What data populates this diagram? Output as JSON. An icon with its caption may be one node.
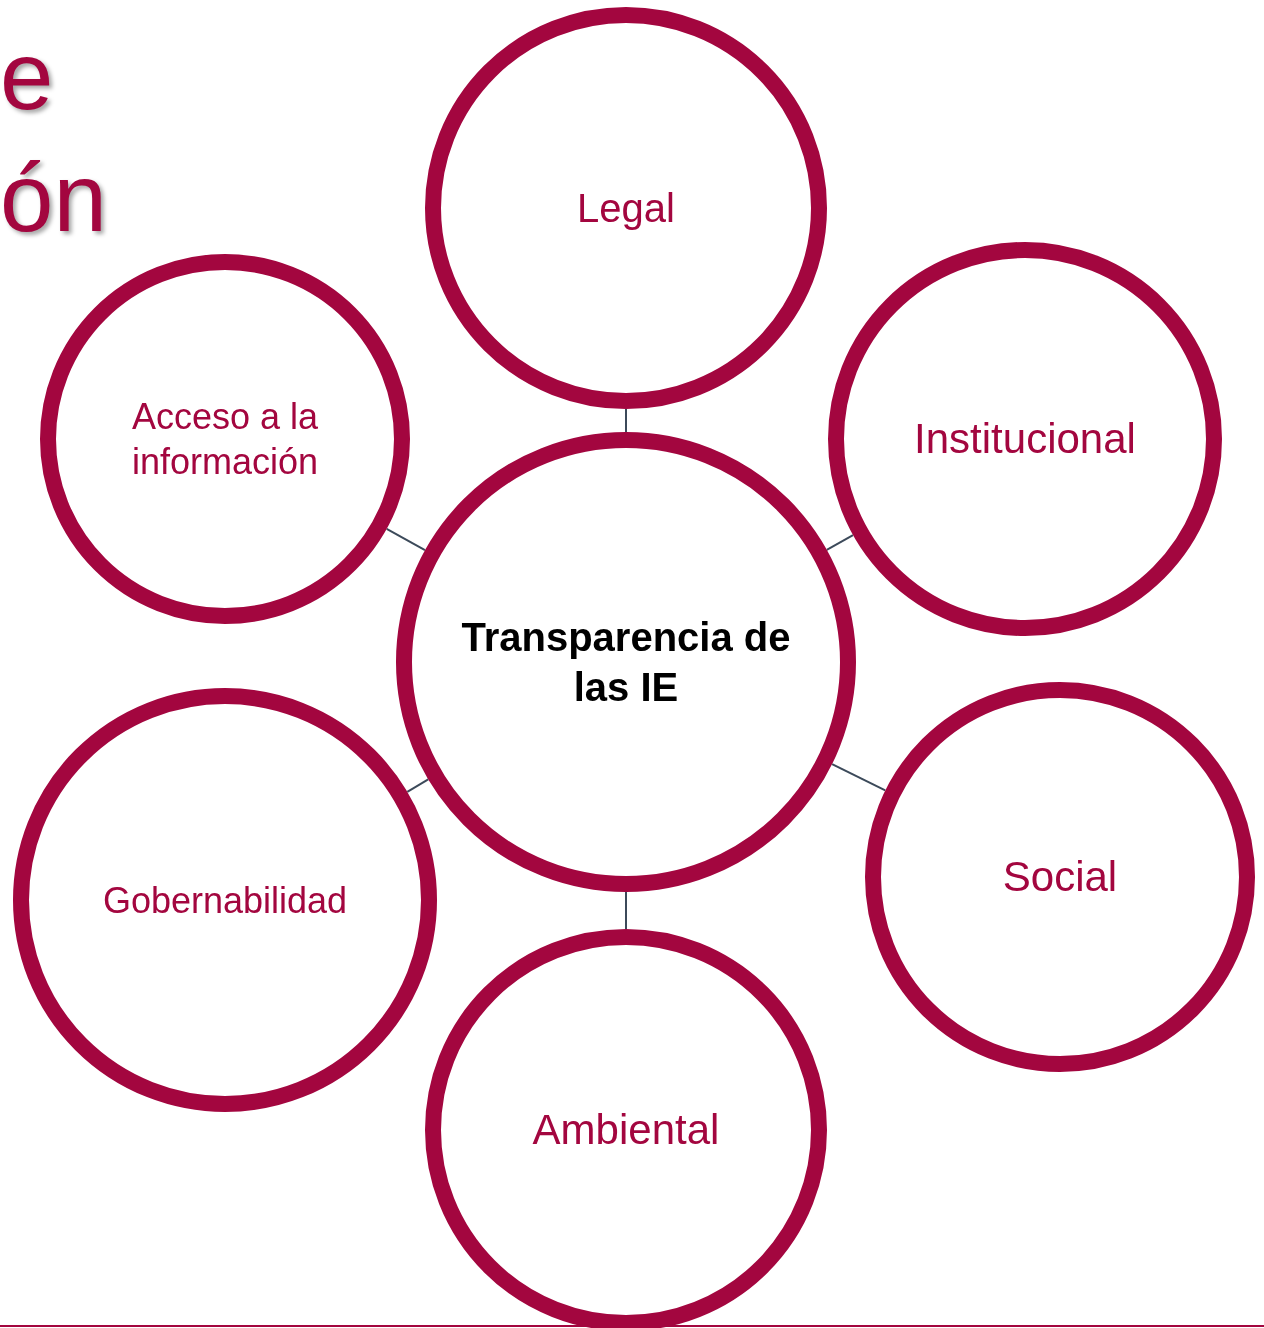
{
  "diagram": {
    "nodes": [
      {
        "text": [
          "Legal"
        ]
      },
      {
        "text": [
          "Acceso a la información"
        ]
      },
      {
        "text": [
          "Institucional"
        ]
      },
      {
        "text": [
          "Transparencia de las IE"
        ]
      },
      {
        "text": [
          "Gobernabilidad"
        ]
      },
      {
        "text": [
          "Social"
        ]
      },
      {
        "text": [
          "Ambiental"
        ]
      }
    ],
    "edges": [
      {
        "from": 3,
        "to": 0,
        "arrow": "none"
      },
      {
        "from": 3,
        "to": 1,
        "arrow": "none"
      },
      {
        "from": 3,
        "to": 2,
        "arrow": "none"
      },
      {
        "from": 3,
        "to": 4,
        "arrow": "none"
      },
      {
        "from": 3,
        "to": 5,
        "arrow": "none"
      },
      {
        "from": 3,
        "to": 6,
        "arrow": "none"
      }
    ],
    "labels": [
      "e",
      "ón"
    ]
  }
}
